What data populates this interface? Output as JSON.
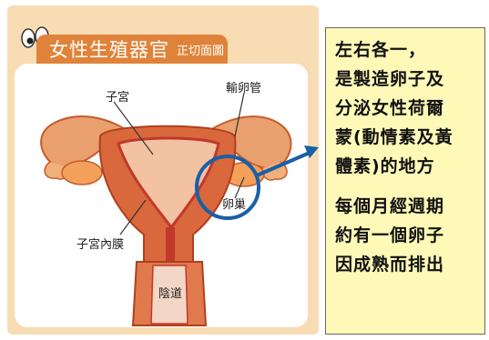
{
  "header": {
    "title": "女性生殖器官",
    "subtitle": "正切面圖"
  },
  "labels": {
    "uterus": "子宮",
    "fallopian_tube": "輸卵管",
    "ovary": "卵巢",
    "endometrium": "子宮內膜",
    "vagina": "陰道"
  },
  "note": {
    "paragraph1": "左右各一，\n是製造卵子及\n分泌女性荷爾\n蒙(動情素及黃\n體素)的地方",
    "paragraph2": "每個月經週期\n約有一個卵子\n因成熟而排出"
  },
  "colors": {
    "banner": "#e0833a",
    "panel": "#f7dcb4",
    "note_bg": "#fff9b8",
    "highlight_circle": "#1a5fa8"
  }
}
